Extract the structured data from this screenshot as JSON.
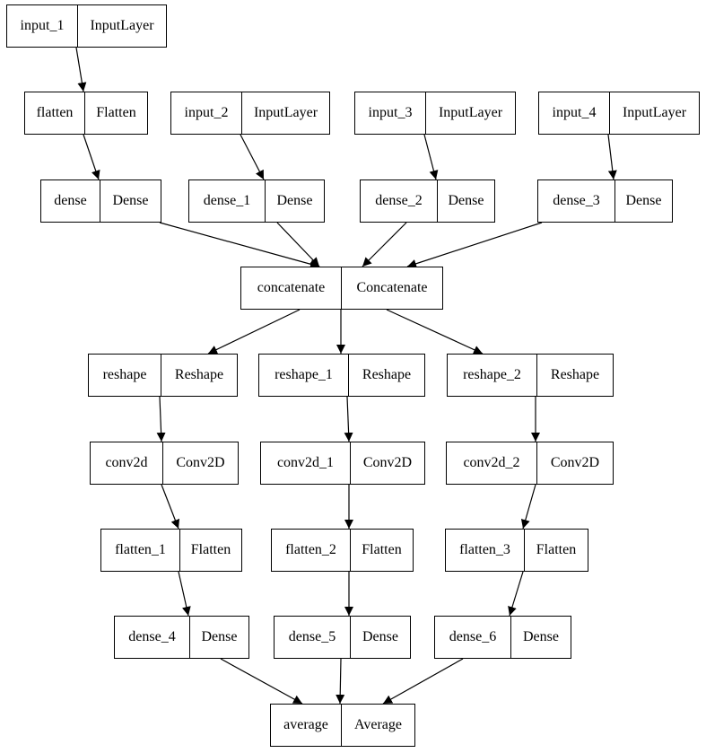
{
  "nodes": [
    {
      "id": "input_1",
      "name": "input_1",
      "type": "InputLayer"
    },
    {
      "id": "flatten",
      "name": "flatten",
      "type": "Flatten"
    },
    {
      "id": "input_2",
      "name": "input_2",
      "type": "InputLayer"
    },
    {
      "id": "input_3",
      "name": "input_3",
      "type": "InputLayer"
    },
    {
      "id": "input_4",
      "name": "input_4",
      "type": "InputLayer"
    },
    {
      "id": "dense",
      "name": "dense",
      "type": "Dense"
    },
    {
      "id": "dense_1",
      "name": "dense_1",
      "type": "Dense"
    },
    {
      "id": "dense_2",
      "name": "dense_2",
      "type": "Dense"
    },
    {
      "id": "dense_3",
      "name": "dense_3",
      "type": "Dense"
    },
    {
      "id": "concatenate",
      "name": "concatenate",
      "type": "Concatenate"
    },
    {
      "id": "reshape",
      "name": "reshape",
      "type": "Reshape"
    },
    {
      "id": "reshape_1",
      "name": "reshape_1",
      "type": "Reshape"
    },
    {
      "id": "reshape_2",
      "name": "reshape_2",
      "type": "Reshape"
    },
    {
      "id": "conv2d",
      "name": "conv2d",
      "type": "Conv2D"
    },
    {
      "id": "conv2d_1",
      "name": "conv2d_1",
      "type": "Conv2D"
    },
    {
      "id": "conv2d_2",
      "name": "conv2d_2",
      "type": "Conv2D"
    },
    {
      "id": "flatten_1",
      "name": "flatten_1",
      "type": "Flatten"
    },
    {
      "id": "flatten_2",
      "name": "flatten_2",
      "type": "Flatten"
    },
    {
      "id": "flatten_3",
      "name": "flatten_3",
      "type": "Flatten"
    },
    {
      "id": "dense_4",
      "name": "dense_4",
      "type": "Dense"
    },
    {
      "id": "dense_5",
      "name": "dense_5",
      "type": "Dense"
    },
    {
      "id": "dense_6",
      "name": "dense_6",
      "type": "Dense"
    },
    {
      "id": "average",
      "name": "average",
      "type": "Average"
    }
  ],
  "edges": [
    [
      "input_1",
      "flatten"
    ],
    [
      "flatten",
      "dense"
    ],
    [
      "input_2",
      "dense_1"
    ],
    [
      "input_3",
      "dense_2"
    ],
    [
      "input_4",
      "dense_3"
    ],
    [
      "dense",
      "concatenate"
    ],
    [
      "dense_1",
      "concatenate"
    ],
    [
      "dense_2",
      "concatenate"
    ],
    [
      "dense_3",
      "concatenate"
    ],
    [
      "concatenate",
      "reshape"
    ],
    [
      "concatenate",
      "reshape_1"
    ],
    [
      "concatenate",
      "reshape_2"
    ],
    [
      "reshape",
      "conv2d"
    ],
    [
      "reshape_1",
      "conv2d_1"
    ],
    [
      "reshape_2",
      "conv2d_2"
    ],
    [
      "conv2d",
      "flatten_1"
    ],
    [
      "conv2d_1",
      "flatten_2"
    ],
    [
      "conv2d_2",
      "flatten_3"
    ],
    [
      "flatten_1",
      "dense_4"
    ],
    [
      "flatten_2",
      "dense_5"
    ],
    [
      "flatten_3",
      "dense_6"
    ],
    [
      "dense_4",
      "average"
    ],
    [
      "dense_5",
      "average"
    ],
    [
      "dense_6",
      "average"
    ]
  ]
}
